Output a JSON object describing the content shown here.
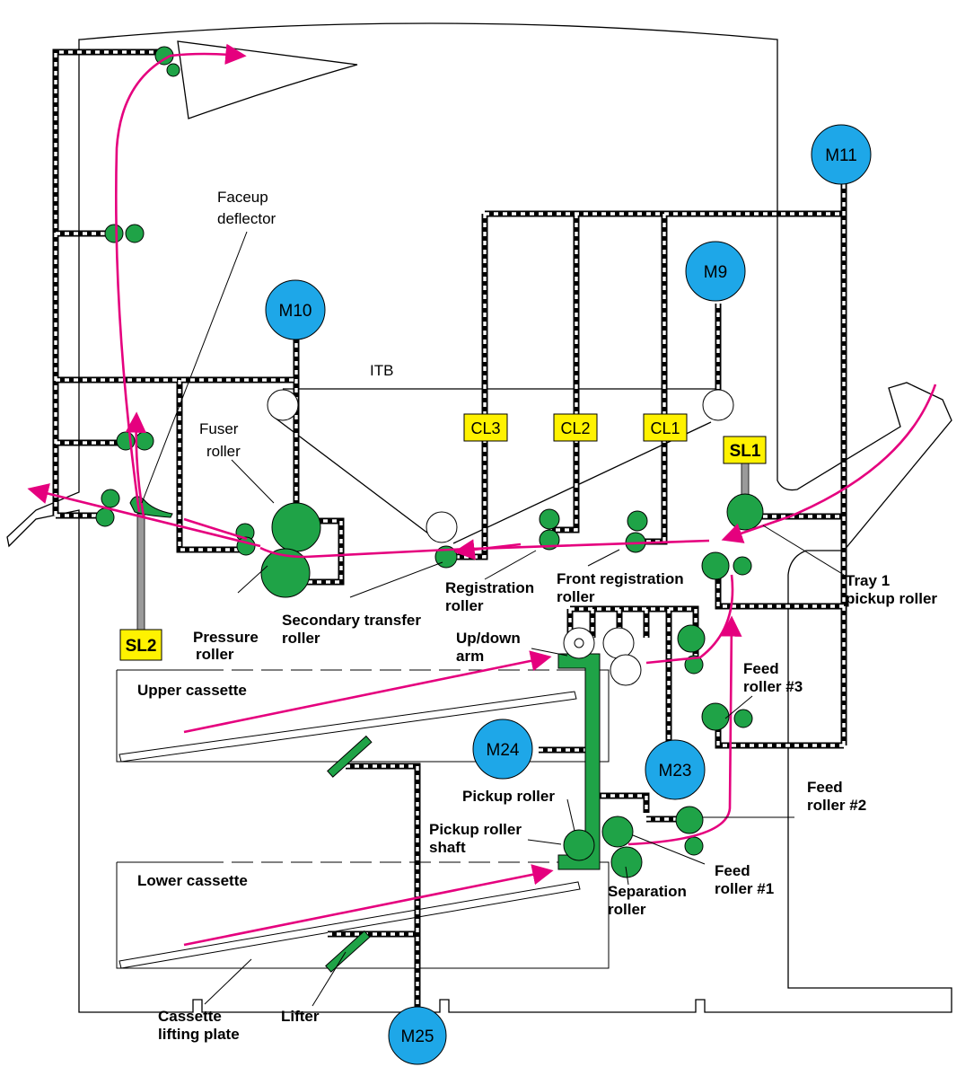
{
  "colors": {
    "motor": "#1EA7E8",
    "roller": "#1FA347",
    "paper_path": "#E5007E",
    "solenoid": "#FFF200",
    "outline": "#000000"
  },
  "motors": {
    "m11": "M11",
    "m9": "M9",
    "m10": "M10",
    "m24": "M24",
    "m23": "M23",
    "m25": "M25"
  },
  "clutches": {
    "cl3": "CL3",
    "cl2": "CL2",
    "cl1": "CL1"
  },
  "solenoids": {
    "sl1": "SL1",
    "sl2": "SL2"
  },
  "labels": {
    "faceup_deflector": [
      "Faceup",
      "deflector"
    ],
    "itb": "ITB",
    "fuser_roller": [
      "Fuser",
      "roller"
    ],
    "pressure_roller": [
      "Pressure",
      "roller"
    ],
    "secondary_transfer_roller": [
      "Secondary transfer",
      "roller"
    ],
    "registration_roller": [
      "Registration",
      "roller"
    ],
    "front_registration_roller": [
      "Front registration",
      "roller"
    ],
    "tray1_pickup_roller": [
      "Tray 1",
      "pickup roller"
    ],
    "up_down_arm": [
      "Up/down",
      "arm"
    ],
    "feed_roller_3": [
      "Feed",
      "roller #3"
    ],
    "upper_cassette": "Upper cassette",
    "lower_cassette": "Lower cassette",
    "pickup_roller": "Pickup roller",
    "pickup_roller_shaft": [
      "Pickup roller",
      "shaft"
    ],
    "feed_roller_2": [
      "Feed",
      "roller #2"
    ],
    "feed_roller_1": [
      "Feed",
      "roller #1"
    ],
    "separation_roller": [
      "Separation",
      "roller"
    ],
    "cassette_lifting_plate": [
      "Cassette",
      "lifting plate"
    ],
    "lifter": "Lifter"
  }
}
